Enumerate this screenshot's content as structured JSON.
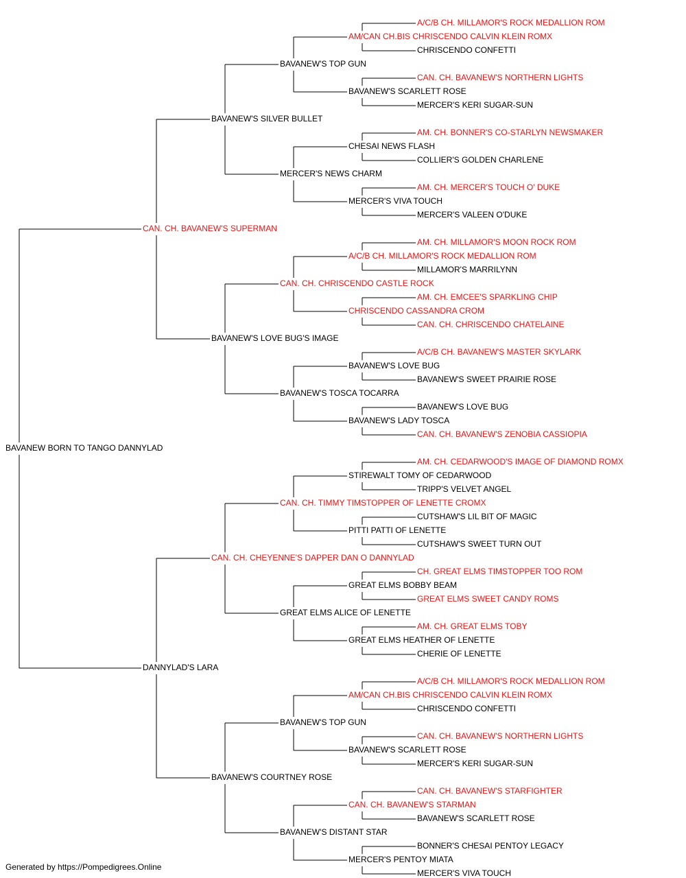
{
  "colors": {
    "champion": "#ee1111",
    "normal": "#000000",
    "line": "#000000"
  },
  "footer": "Generated by https://Pompedigrees.Online",
  "pedigree": {
    "name": "BAVANEW BORN TO TANGO DANNYLAD",
    "champ": false,
    "sire": {
      "name": "CAN. CH. BAVANEW'S SUPERMAN",
      "champ": true,
      "sire": {
        "name": "BAVANEW'S SILVER BULLET",
        "champ": false,
        "sire": {
          "name": "BAVANEW'S TOP GUN",
          "champ": false,
          "sire": {
            "name": "AM/CAN CH.BIS CHRISCENDO CALVIN KLEIN ROMX",
            "champ": true,
            "sire": {
              "name": "A/C/B CH. MILLAMOR'S ROCK MEDALLION ROM",
              "champ": true
            },
            "dam": {
              "name": "CHRISCENDO CONFETTI",
              "champ": false
            }
          },
          "dam": {
            "name": "BAVANEW'S SCARLETT ROSE",
            "champ": false,
            "sire": {
              "name": "CAN. CH. BAVANEW'S NORTHERN LIGHTS",
              "champ": true
            },
            "dam": {
              "name": "MERCER'S KERI SUGAR-SUN",
              "champ": false
            }
          }
        },
        "dam": {
          "name": "MERCER'S NEWS CHARM",
          "champ": false,
          "sire": {
            "name": "CHESAI NEWS FLASH",
            "champ": false,
            "sire": {
              "name": "AM. CH. BONNER'S CO-STARLYN NEWSMAKER",
              "champ": true
            },
            "dam": {
              "name": "COLLIER'S GOLDEN CHARLENE",
              "champ": false
            }
          },
          "dam": {
            "name": "MERCER'S VIVA TOUCH",
            "champ": false,
            "sire": {
              "name": "AM. CH. MERCER'S TOUCH O' DUKE",
              "champ": true
            },
            "dam": {
              "name": "MERCER'S VALEEN O'DUKE",
              "champ": false
            }
          }
        }
      },
      "dam": {
        "name": "BAVANEW'S LOVE BUG'S IMAGE",
        "champ": false,
        "sire": {
          "name": "CAN. CH. CHRISCENDO CASTLE ROCK",
          "champ": true,
          "sire": {
            "name": "A/C/B CH. MILLAMOR'S ROCK MEDALLION ROM",
            "champ": true,
            "sire": {
              "name": "AM. CH. MILLAMOR'S MOON ROCK ROM",
              "champ": true
            },
            "dam": {
              "name": "MILLAMOR'S MARRILYNN",
              "champ": false
            }
          },
          "dam": {
            "name": "CHRISCENDO CASSANDRA CROM",
            "champ": true,
            "sire": {
              "name": "AM. CH. EMCEE'S SPARKLING CHIP",
              "champ": true
            },
            "dam": {
              "name": "CAN. CH. CHRISCENDO CHATELAINE",
              "champ": true
            }
          }
        },
        "dam": {
          "name": "BAVANEW'S TOSCA TOCARRA",
          "champ": false,
          "sire": {
            "name": "BAVANEW'S LOVE BUG",
            "champ": false,
            "sire": {
              "name": "A/C/B CH. BAVANEW'S MASTER SKYLARK",
              "champ": true
            },
            "dam": {
              "name": "BAVANEW'S SWEET PRAIRIE ROSE",
              "champ": false
            }
          },
          "dam": {
            "name": "BAVANEW'S LADY TOSCA",
            "champ": false,
            "sire": {
              "name": "BAVANEW'S LOVE BUG",
              "champ": false
            },
            "dam": {
              "name": "CAN. CH. BAVANEW'S ZENOBIA CASSIOPIA",
              "champ": true
            }
          }
        }
      }
    },
    "dam": {
      "name": "DANNYLAD'S LARA",
      "champ": false,
      "sire": {
        "name": "CAN. CH. CHEYENNE'S DAPPER DAN O DANNYLAD",
        "champ": true,
        "sire": {
          "name": "CAN. CH. TIMMY TIMSTOPPER OF LENETTE CROMX",
          "champ": true,
          "sire": {
            "name": "STIREWALT TOMY OF CEDARWOOD",
            "champ": false,
            "sire": {
              "name": "AM. CH. CEDARWOOD'S IMAGE OF DIAMOND ROMX",
              "champ": true
            },
            "dam": {
              "name": "TRIPP'S VELVET ANGEL",
              "champ": false
            }
          },
          "dam": {
            "name": "PITTI PATTI OF LENETTE",
            "champ": false,
            "sire": {
              "name": "CUTSHAW'S LIL BIT OF MAGIC",
              "champ": false
            },
            "dam": {
              "name": "CUTSHAW'S SWEET TURN OUT",
              "champ": false
            }
          }
        },
        "dam": {
          "name": "GREAT ELMS ALICE OF LENETTE",
          "champ": false,
          "sire": {
            "name": "GREAT ELMS BOBBY BEAM",
            "champ": false,
            "sire": {
              "name": "CH. GREAT ELMS TIMSTOPPER TOO ROM",
              "champ": true
            },
            "dam": {
              "name": "GREAT ELMS SWEET CANDY ROMS",
              "champ": true
            }
          },
          "dam": {
            "name": "GREAT ELMS HEATHER OF LENETTE",
            "champ": false,
            "sire": {
              "name": "AM. CH. GREAT ELMS TOBY",
              "champ": true
            },
            "dam": {
              "name": "CHERIE OF LENETTE",
              "champ": false
            }
          }
        }
      },
      "dam": {
        "name": "BAVANEW'S COURTNEY ROSE",
        "champ": false,
        "sire": {
          "name": "BAVANEW'S TOP GUN",
          "champ": false,
          "sire": {
            "name": "AM/CAN CH.BIS CHRISCENDO CALVIN KLEIN ROMX",
            "champ": true,
            "sire": {
              "name": "A/C/B CH. MILLAMOR'S ROCK MEDALLION ROM",
              "champ": true
            },
            "dam": {
              "name": "CHRISCENDO CONFETTI",
              "champ": false
            }
          },
          "dam": {
            "name": "BAVANEW'S SCARLETT ROSE",
            "champ": false,
            "sire": {
              "name": "CAN. CH. BAVANEW'S NORTHERN LIGHTS",
              "champ": true
            },
            "dam": {
              "name": "MERCER'S KERI SUGAR-SUN",
              "champ": false
            }
          }
        },
        "dam": {
          "name": "BAVANEW'S DISTANT STAR",
          "champ": false,
          "sire": {
            "name": "CAN. CH. BAVANEW'S STARMAN",
            "champ": true,
            "sire": {
              "name": "CAN. CH. BAVANEW'S STARFIGHTER",
              "champ": true
            },
            "dam": {
              "name": "BAVANEW'S SCARLETT ROSE",
              "champ": false
            }
          },
          "dam": {
            "name": "MERCER'S PENTOY MIATA",
            "champ": false,
            "sire": {
              "name": "BONNER'S CHESAI PENTOY LEGACY",
              "champ": false
            },
            "dam": {
              "name": "MERCER'S VIVA TOUCH",
              "champ": false
            }
          }
        }
      }
    }
  }
}
